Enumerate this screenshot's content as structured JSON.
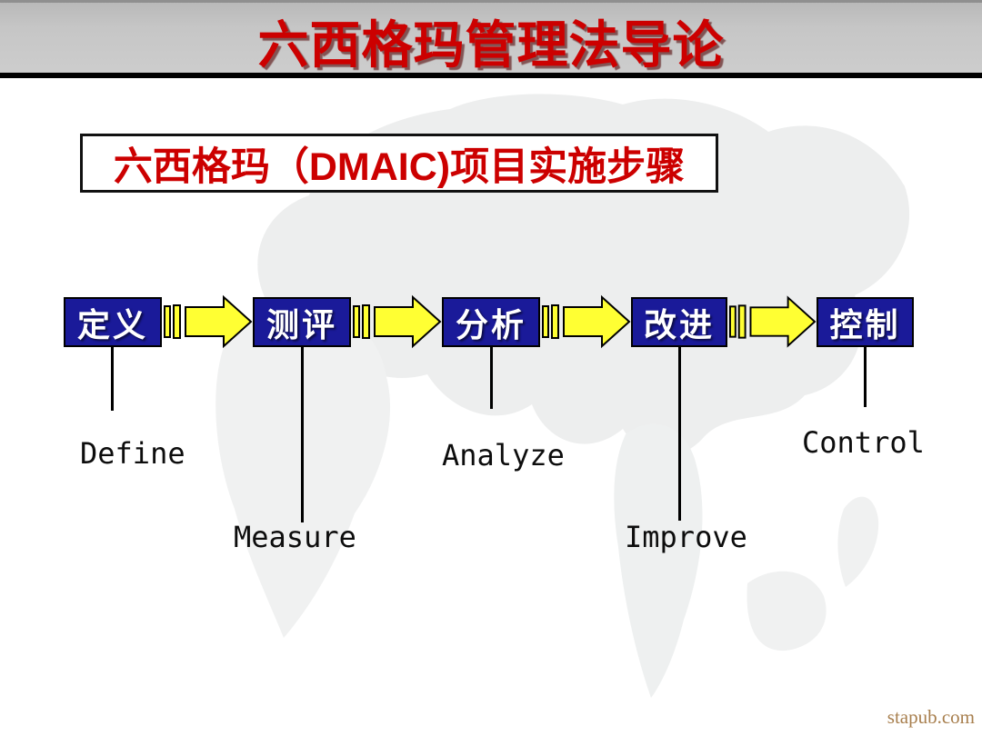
{
  "header": {
    "title": "六西格玛管理法导论",
    "title_color": "#cc0000",
    "banner_gray": "#c6c6c6"
  },
  "subtitle": {
    "text": "六西格玛（DMAIC)项目实施步骤",
    "color": "#cc0000"
  },
  "diagram": {
    "type": "process-flow",
    "steps": [
      {
        "zh": "定义",
        "en": "Define"
      },
      {
        "zh": "测评",
        "en": "Measure"
      },
      {
        "zh": "分析",
        "en": "Analyze"
      },
      {
        "zh": "改进",
        "en": "Improve"
      },
      {
        "zh": "控制",
        "en": "Control"
      }
    ],
    "box_color": "#1a1a99",
    "box_text_color": "#ffffff",
    "arrow_color": "#ffff33",
    "connector_color": "#000000",
    "map_color": "#eeefee"
  },
  "footer": {
    "watermark": "stapub.com",
    "watermark_color": "#a87f4e"
  }
}
